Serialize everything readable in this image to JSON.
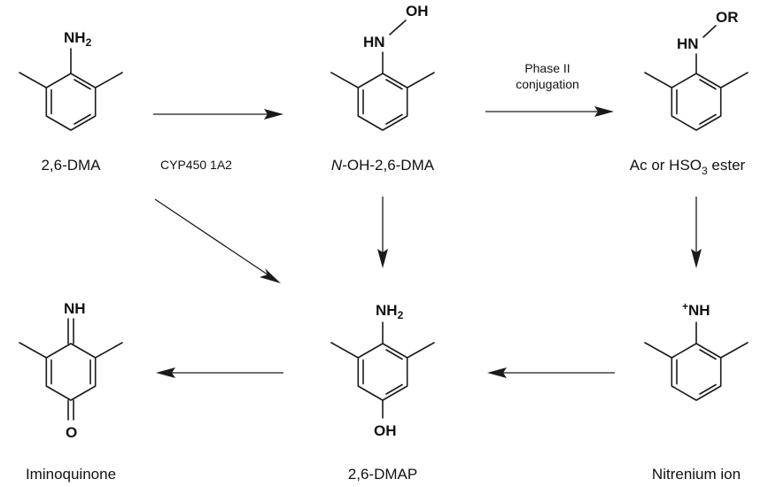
{
  "molecules": {
    "dma": {
      "caption": "2,6-DMA",
      "n_group": "NH",
      "n_group_sub": "2"
    },
    "n_oh_dma": {
      "caption_italic": "N",
      "caption_rest": "-OH-2,6-DMA",
      "n_group": "HN",
      "o_group": "OH"
    },
    "ester": {
      "caption_pre": "Ac or HSO",
      "caption_sub": "3",
      "caption_post": " ester",
      "n_group": "HN",
      "o_group": "OR"
    },
    "iminoquinone": {
      "caption": "Iminoquinone",
      "n_group": "NH",
      "o_group": "O"
    },
    "dmap": {
      "caption": "2,6-DMAP",
      "n_group": "NH",
      "n_group_sub": "2",
      "o_group": "OH"
    },
    "nitrenium": {
      "caption": "Nitrenium ion",
      "charge": "+",
      "n_group": "NH"
    }
  },
  "arrows": {
    "cyp_label": "CYP450 1A2",
    "phase2_line1": "Phase II",
    "phase2_line2": "conjugation"
  }
}
